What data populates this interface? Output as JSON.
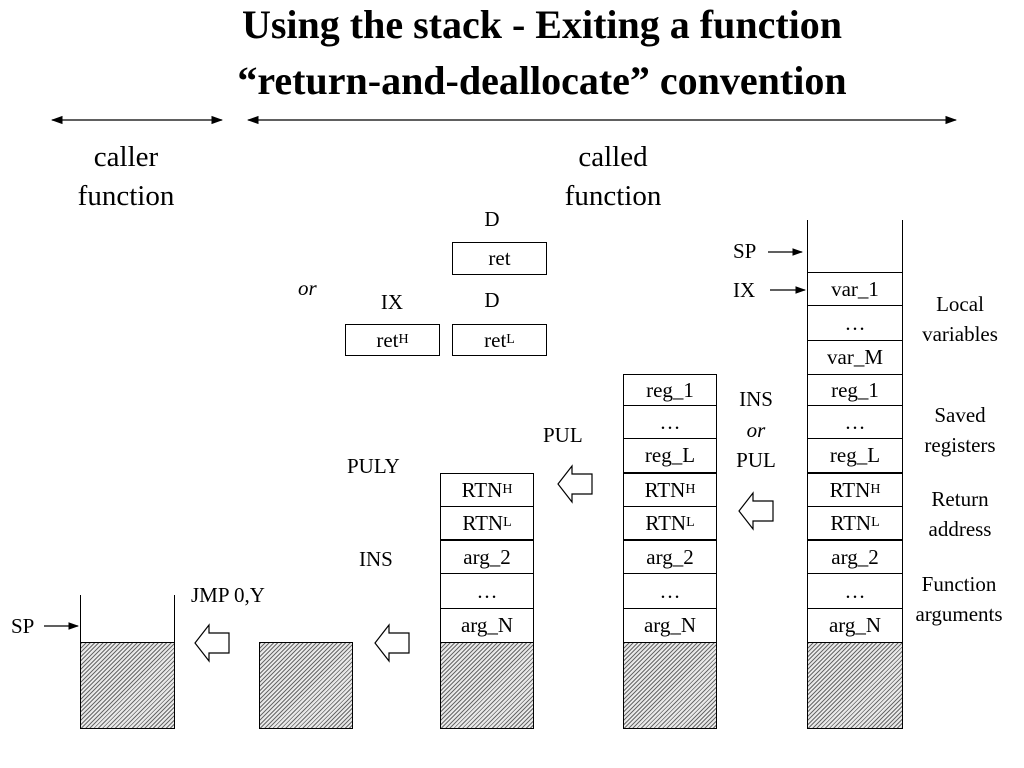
{
  "title": {
    "line1": "Using the stack - Exiting a function",
    "line2": "“return-and-deallocate” convention"
  },
  "regions": {
    "caller_line1": "caller",
    "caller_line2": "function",
    "called_line1": "called",
    "called_line2": "function"
  },
  "return_regs": {
    "d_top": "D",
    "ret": "ret",
    "or": "or",
    "ix": "IX",
    "d_pair": "D",
    "ret_h_base": "ret",
    "ret_h_sub": "H",
    "ret_l_base": "ret",
    "ret_l_sub": "L"
  },
  "stack_main": {
    "sp": "SP",
    "ix": "IX",
    "cells": {
      "var_1": "var_1",
      "dots_1": "…",
      "var_m": "var_M",
      "reg_1": "reg_1",
      "dots_2": "…",
      "reg_l": "reg_L",
      "rtnh_base": "RTN",
      "rtnh_sub": "H",
      "rtnl_base": "RTN",
      "rtnl_sub": "L",
      "arg_2": "arg_2",
      "dots_3": "…",
      "arg_n": "arg_N"
    }
  },
  "side_labels": {
    "local_1": "Local",
    "local_2": "variables",
    "saved_1": "Saved",
    "saved_2": "registers",
    "return_1": "Return",
    "return_2": "address",
    "args_1": "Function",
    "args_2": "arguments"
  },
  "ops": {
    "ins": "INS",
    "or": "or",
    "pul": "PUL",
    "pul_2": "PUL",
    "puly": "PULY",
    "ins_2": "INS",
    "jmp": "JMP 0,Y",
    "sp_final": "SP"
  },
  "stack_2": {
    "reg_1": "reg_1",
    "dots_1": "…",
    "reg_l": "reg_L",
    "rtnh_base": "RTN",
    "rtnh_sub": "H",
    "rtnl_base": "RTN",
    "rtnl_sub": "L",
    "arg_2": "arg_2",
    "dots_2": "…",
    "arg_n": "arg_N"
  },
  "stack_3": {
    "rtnh_base": "RTN",
    "rtnh_sub": "H",
    "rtnl_base": "RTN",
    "rtnl_sub": "L",
    "arg_2": "arg_2",
    "dots": "…",
    "arg_n": "arg_N"
  }
}
